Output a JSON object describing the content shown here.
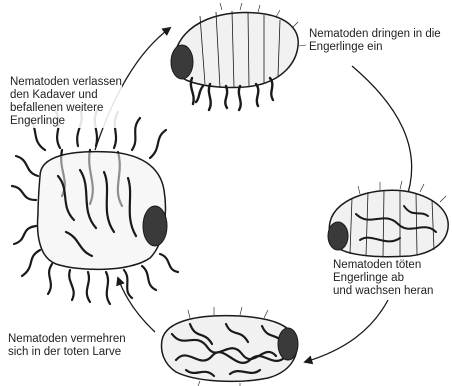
{
  "stages": [
    {
      "id": "penetration",
      "lines": [
        "Nematoden dringen in die",
        "Engerlinge ein"
      ]
    },
    {
      "id": "exit",
      "lines": [
        "Nematoden verlassen",
        "den Kadaver und",
        "befallenen weitere",
        "Engerlinge"
      ]
    },
    {
      "id": "kill",
      "lines": [
        "Nematoden töten",
        "Engerlinge ab",
        "und wachsen heran"
      ]
    },
    {
      "id": "reproduce",
      "lines": [
        "Nematoden vermehren",
        "sich in der toten Larve"
      ]
    }
  ],
  "colors": {
    "ink": "#1a1a1a",
    "body_fill": "#f1f1f1",
    "head_fill": "#3a3a3a",
    "background": "#ffffff"
  }
}
